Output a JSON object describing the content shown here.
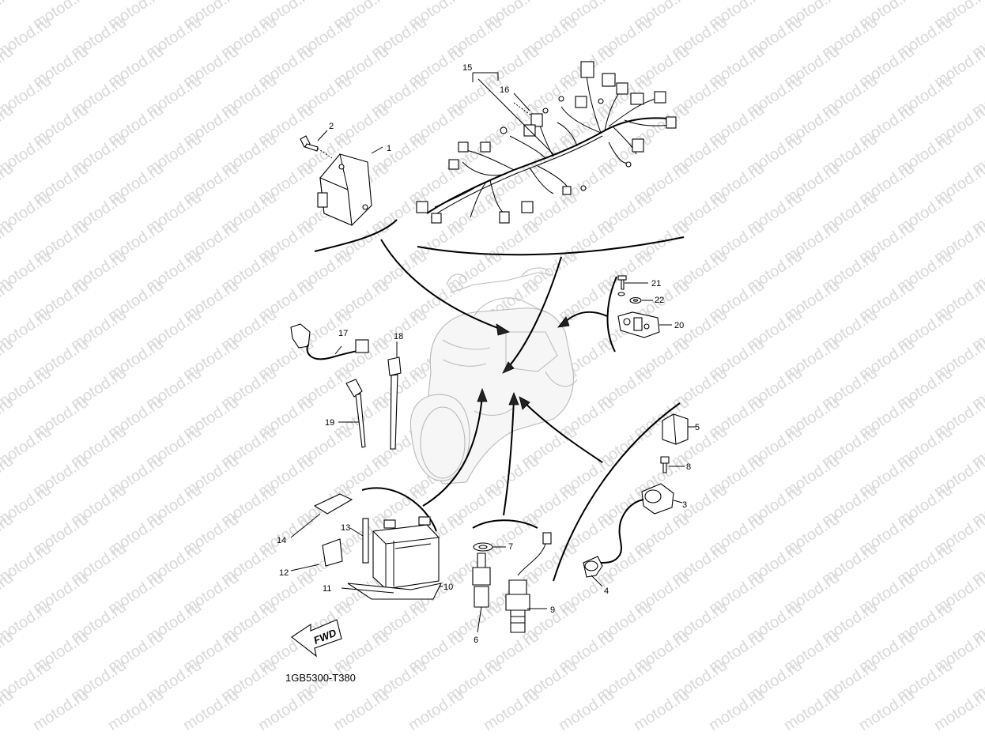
{
  "figure": {
    "code": "1GB5300-T380",
    "direction_label": "FWD",
    "watermark": "motod.ru"
  },
  "callouts": [
    "1",
    "2",
    "3",
    "4",
    "5",
    "6",
    "7",
    "8",
    "9",
    "10",
    "11",
    "12",
    "13",
    "14",
    "15",
    "16",
    "17",
    "18",
    "19",
    "20",
    "21",
    "22"
  ]
}
